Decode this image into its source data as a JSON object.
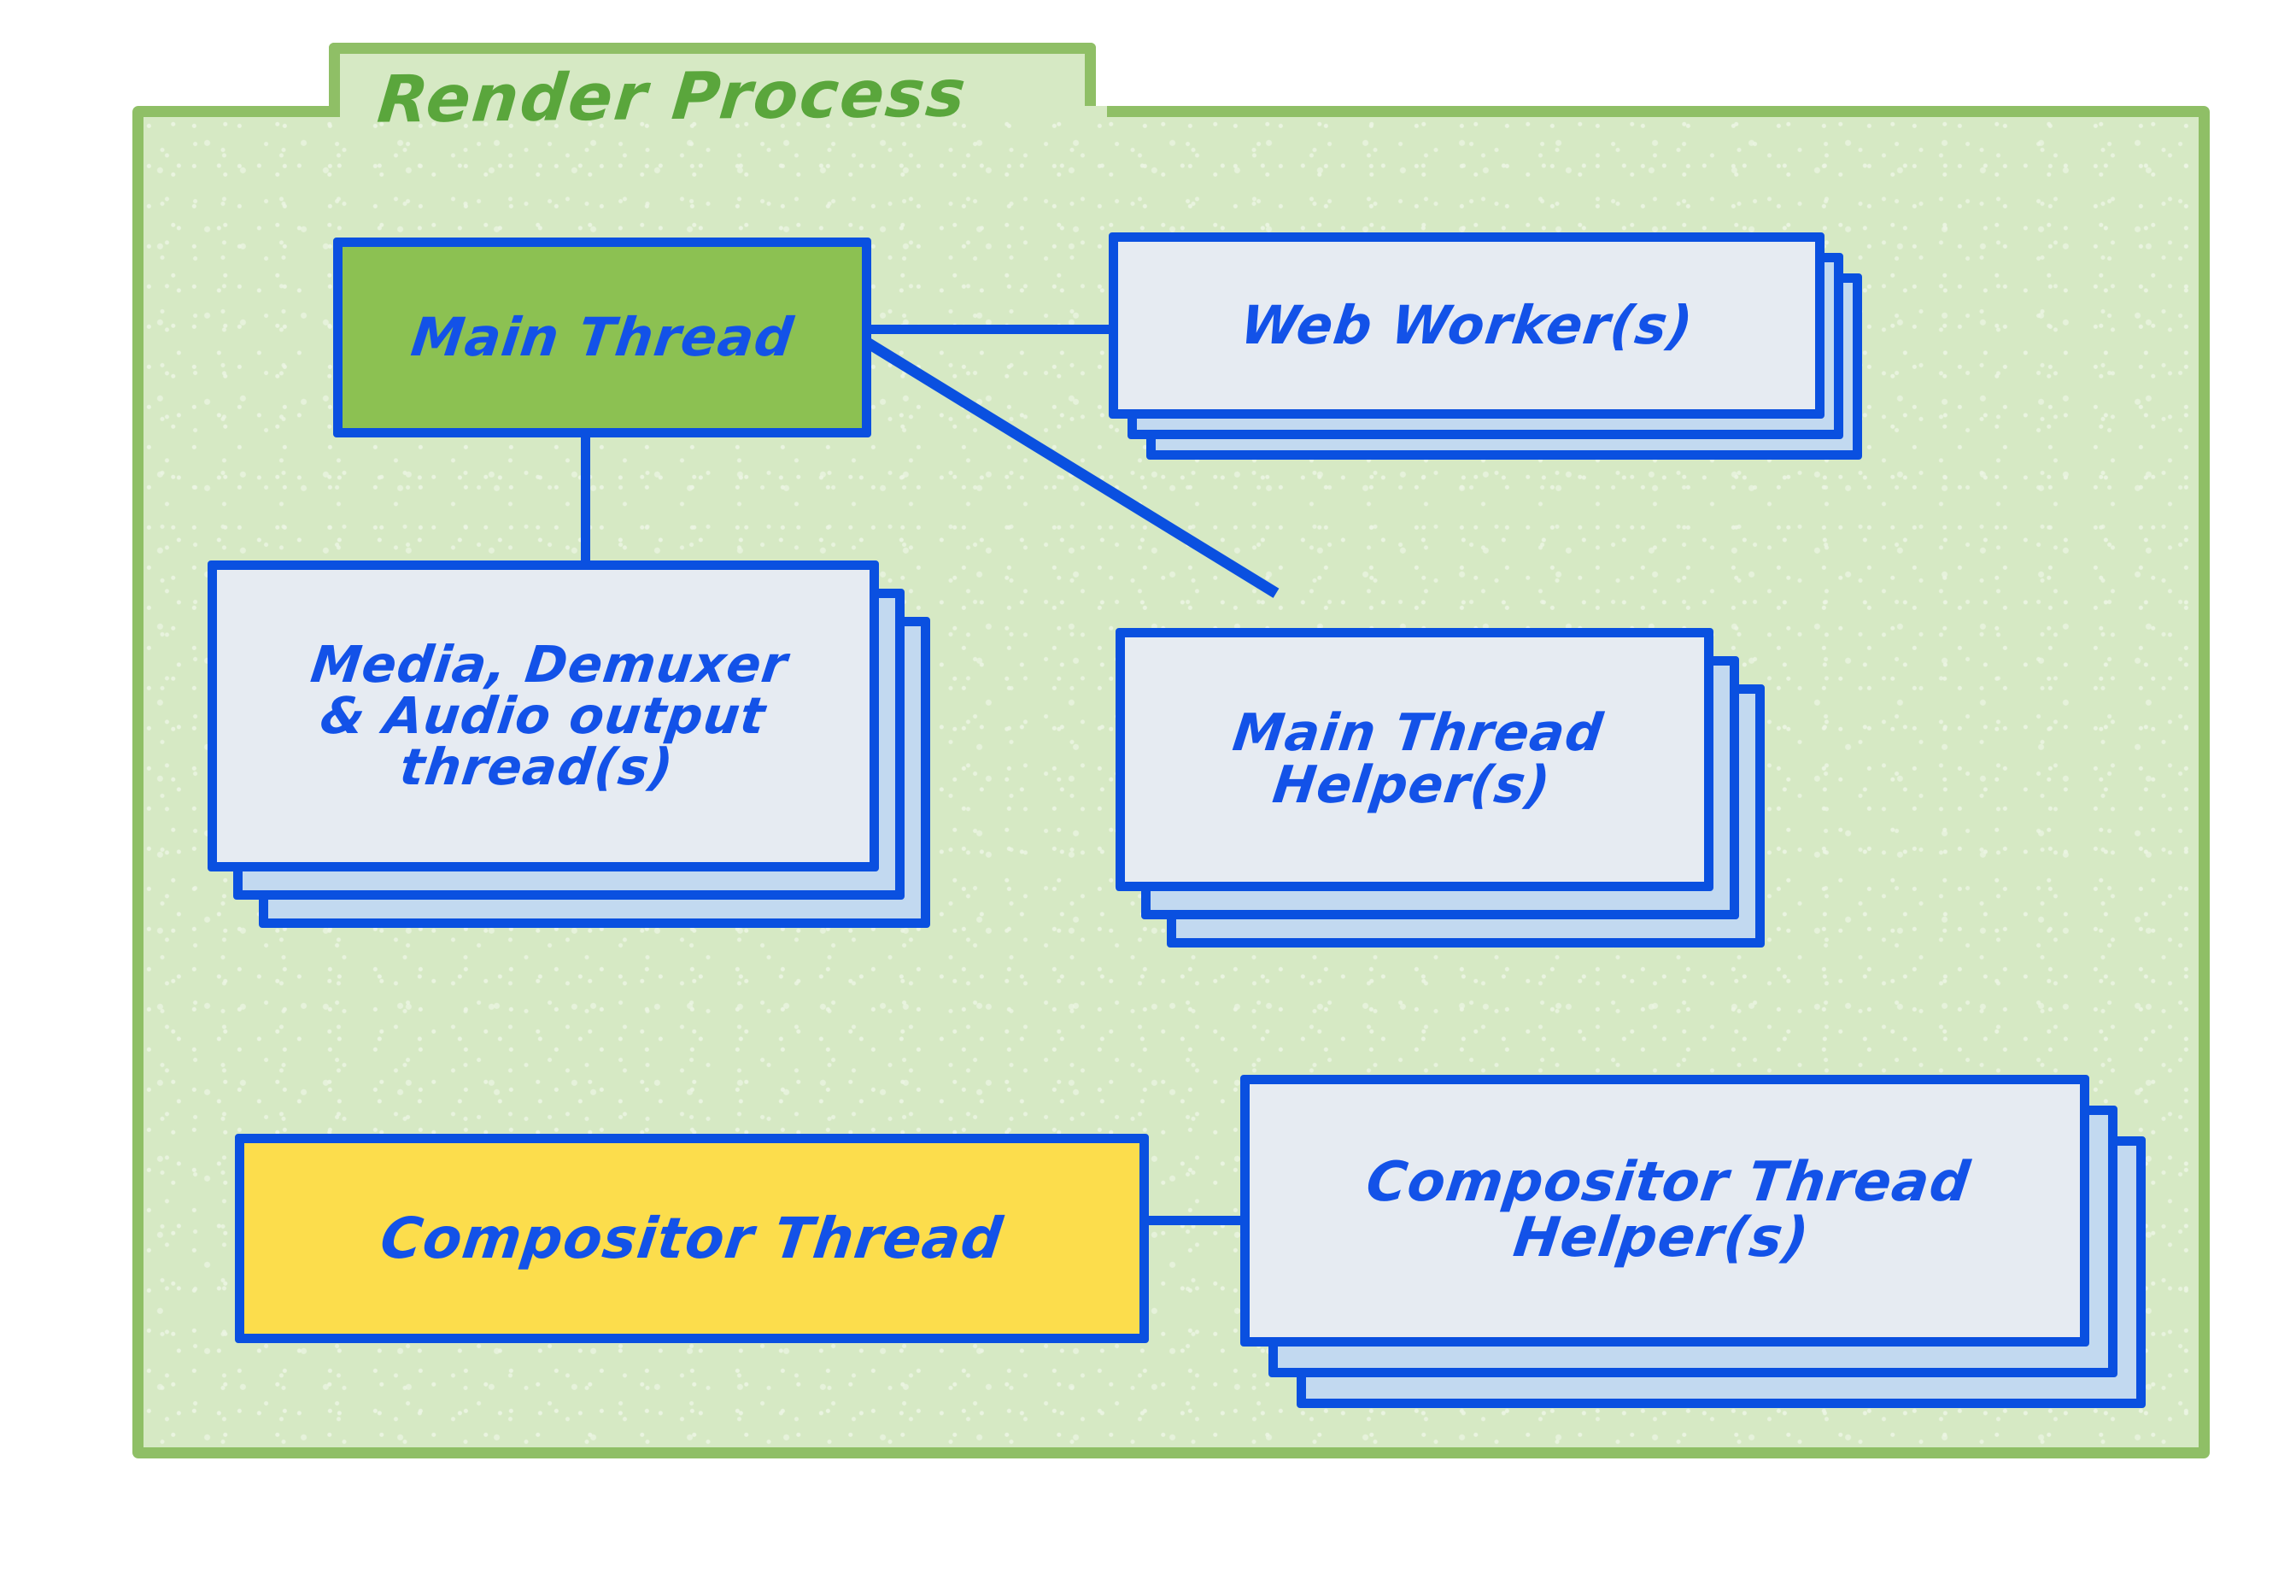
{
  "diagram": {
    "title": "Render Process",
    "type": "process-thread-architecture",
    "frame_style": "folder-tab",
    "colors": {
      "frame_border": "#8fbf66",
      "frame_fill": "#d6e9c4",
      "title_text": "#5aa63c",
      "node_border": "#0a50e0",
      "node_text": "#1352e8",
      "main_thread_fill": "#8cc152",
      "compositor_thread_fill": "#fcdd4c",
      "stack_front_fill": "#e6ebf2",
      "stack_back_fill": "#c2d9f0"
    },
    "nodes": [
      {
        "id": "main-thread",
        "label": "Main Thread",
        "fill": "main_thread_fill",
        "stacked": false,
        "stack_count": 1
      },
      {
        "id": "web-worker",
        "label": "Web Worker(s)",
        "fill": "stack_front_fill",
        "stacked": true,
        "stack_count": 3
      },
      {
        "id": "media-demuxer-audio",
        "label": "Media, Demuxer\n& Audio output\nthread(s)",
        "fill": "stack_front_fill",
        "stacked": true,
        "stack_count": 3
      },
      {
        "id": "main-thread-helper",
        "label": "Main Thread\nHelper(s)",
        "fill": "stack_front_fill",
        "stacked": true,
        "stack_count": 3
      },
      {
        "id": "compositor-thread",
        "label": "Compositor Thread",
        "fill": "compositor_thread_fill",
        "stacked": false,
        "stack_count": 1
      },
      {
        "id": "compositor-thread-helper",
        "label": "Compositor Thread\nHelper(s)",
        "fill": "stack_front_fill",
        "stacked": true,
        "stack_count": 3
      }
    ],
    "connections": [
      {
        "from": "main-thread",
        "to": "web-worker",
        "style": "horizontal"
      },
      {
        "from": "main-thread",
        "to": "media-demuxer-audio",
        "style": "vertical"
      },
      {
        "from": "main-thread",
        "to": "main-thread-helper",
        "style": "diagonal"
      },
      {
        "from": "compositor-thread",
        "to": "compositor-thread-helper",
        "style": "horizontal"
      }
    ]
  }
}
